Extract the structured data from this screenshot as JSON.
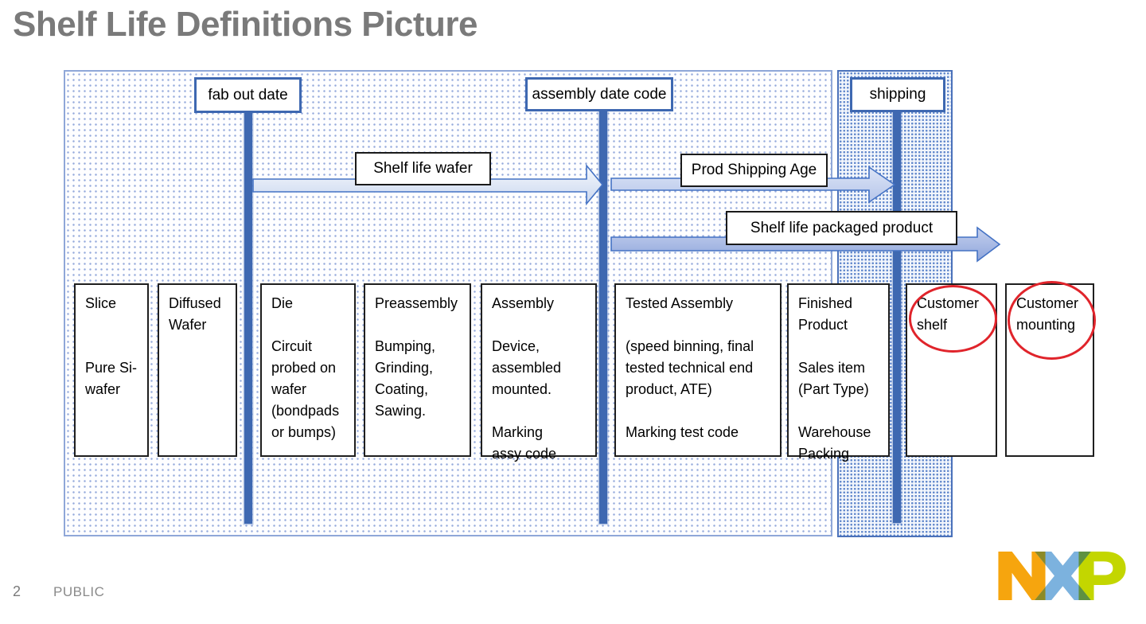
{
  "slide": {
    "title": "Shelf Life Definitions Picture",
    "page_number": "2",
    "classification": "PUBLIC"
  },
  "milestones": [
    {
      "id": "fab-out-date",
      "label": "fab out date"
    },
    {
      "id": "assembly-date-code",
      "label": "assembly date code"
    },
    {
      "id": "shipping",
      "label": "shipping"
    }
  ],
  "arrows": [
    {
      "id": "shelf-life-wafer",
      "label": "Shelf life wafer"
    },
    {
      "id": "prod-shipping-age",
      "label": "Prod Shipping Age"
    },
    {
      "id": "shelf-life-packaged-product",
      "label": "Shelf life packaged product"
    }
  ],
  "stages": [
    {
      "id": "slice",
      "label": "Slice\n\n\nPure Si-\nwafer",
      "circled": false
    },
    {
      "id": "diffused-wafer",
      "label": "Diffused\nWafer",
      "circled": false
    },
    {
      "id": "die",
      "label": "Die\n\nCircuit\nprobed on\nwafer\n(bondpads\nor bumps)",
      "circled": false
    },
    {
      "id": "preassembly",
      "label": "Preassembly\n\nBumping,\nGrinding,\nCoating,\nSawing.",
      "circled": false
    },
    {
      "id": "assembly",
      "label": "Assembly\n\nDevice,\nassembled\nmounted.\n\nMarking\nassy code",
      "circled": false
    },
    {
      "id": "tested-assembly",
      "label": "Tested Assembly\n\n(speed binning, final\ntested technical end\nproduct, ATE)\n\nMarking test code",
      "circled": false
    },
    {
      "id": "finished-product",
      "label": "Finished\nProduct\n\nSales item\n(Part Type)\n\nWarehouse\nPacking",
      "circled": false
    },
    {
      "id": "customer-shelf",
      "label": "Customer\nshelf",
      "circled": true
    },
    {
      "id": "customer-mounting",
      "label": "Customer\nmounting",
      "circled": true
    }
  ],
  "logo": {
    "name": "NXP"
  },
  "colors": {
    "accent_blue": "#3e68b1",
    "arrow_border": "#4472c4",
    "zone_border_light": "#8fa7d8",
    "zone_border_dark": "#4a71ba",
    "annotation_red": "#e0242b",
    "title_gray": "#7a7a7a",
    "logo_orange": "#f6a50e",
    "logo_olive": "#8c8a27",
    "logo_blue": "#7cb2de",
    "logo_green": "#5e9141",
    "logo_lime": "#c3d600"
  }
}
